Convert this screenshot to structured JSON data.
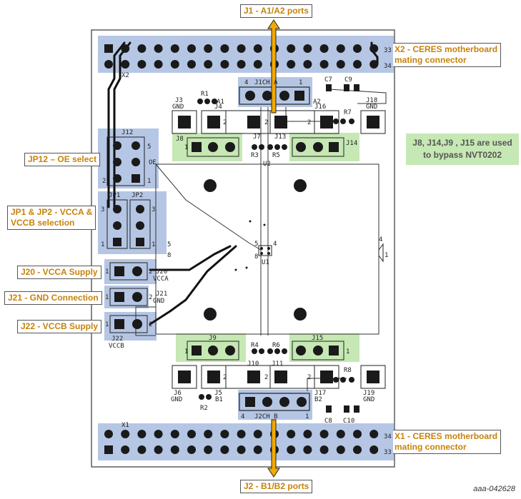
{
  "callouts": {
    "j1": "J1 - A1/A2 ports",
    "x2_line1": "X2 - CERES motherboard",
    "x2_line2": "mating connector",
    "jp12": "JP12 – OE select",
    "jp1_line1": "JP1 & JP2 - VCCA &",
    "jp1_line2": "VCCB selection",
    "j20": "J20 - VCCA  Supply",
    "j21": "J21 - GND  Connection",
    "j22": "J22 - VCCB  Supply",
    "x1_line1": "X1 - CERES motherboard",
    "x1_line2": "mating connector",
    "j2": "J2 - B1/B2 ports"
  },
  "note": {
    "line1": "J8, J14,J9 , J15 are used",
    "line2": "to bypass NVT0202"
  },
  "figure_id": "aaa-042628",
  "silkscreen": {
    "x2": "X2",
    "x2_pin33": "33",
    "x2_pin34": "34",
    "x1": "X1",
    "x1_pin34": "34",
    "x1_pin33": "33",
    "j1ch": "J1CH A",
    "j1ch_4": "4",
    "j1ch_1": "1",
    "j2ch": "J2CH B",
    "j2ch_4": "4",
    "j2ch_1": "1",
    "r1": "R1",
    "a1": "A1",
    "a2": "A2",
    "c7": "C7",
    "c9": "C9",
    "j3": "J3",
    "gnd_j3": "GND",
    "j4": "J4",
    "j16": "J16",
    "r7": "R7",
    "j18": "J18",
    "gnd_j18": "GND",
    "j7": "J7",
    "j13": "J13",
    "j8": "J8",
    "j14": "J14",
    "r3": "R3",
    "r5": "R5",
    "u2": "U2",
    "j12": "J12",
    "oe": "OE",
    "jp1": "JP1",
    "jp2": "JP2",
    "u1": "U1",
    "j20": "J20",
    "vcca": "VCCA",
    "j21": "J21",
    "gnd_j21": "GND",
    "j22": "J22",
    "vccb": "VCCB",
    "j9": "J9",
    "j15": "J15",
    "r4": "R4",
    "r6": "R6",
    "j10": "J10",
    "j11": "J11",
    "r8": "R8",
    "j6": "J6",
    "gnd_j6": "GND",
    "j5": "J5",
    "b1": "B1",
    "r2": "R2",
    "j17": "J17",
    "b2": "B2",
    "j19": "J19",
    "gnd_j19": "GND",
    "c8": "C8",
    "c10": "C10",
    "p1": "1",
    "p2": "2",
    "p3": "3",
    "p4": "4",
    "p5": "5",
    "p8": "8"
  },
  "colors": {
    "blue_highlight": "#a9bde0",
    "green_highlight": "#c6e8b4",
    "arrow_fill": "#f2a900",
    "callout_text": "#c8820a",
    "pad": "#1a1a1a",
    "trace": "#111111"
  }
}
